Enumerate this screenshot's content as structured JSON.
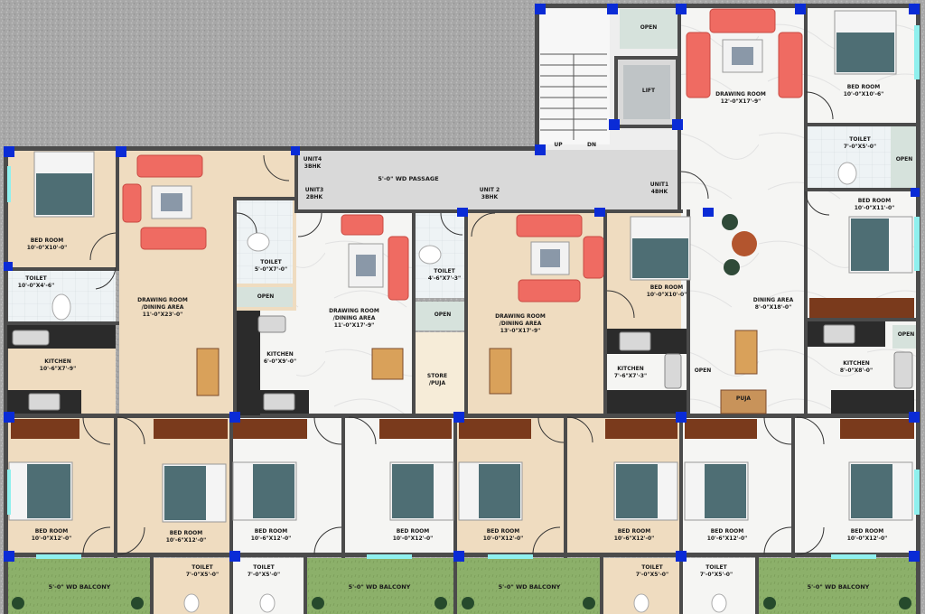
{
  "plan": {
    "units": [
      {
        "id": "unit4",
        "name": "UNIT4",
        "type": "3BHK"
      },
      {
        "id": "unit3",
        "name": "UNIT3",
        "type": "2BHK"
      },
      {
        "id": "unit2",
        "name": "UNIT 2",
        "type": "3BHK"
      },
      {
        "id": "unit1",
        "name": "UNIT1",
        "type": "4BHK"
      }
    ],
    "rooms": [
      {
        "id": "open-top",
        "label": "OPEN",
        "dims": ""
      },
      {
        "id": "lift",
        "label": "LIFT",
        "dims": ""
      },
      {
        "id": "up",
        "label": "UP",
        "dims": ""
      },
      {
        "id": "dn",
        "label": "DN",
        "dims": ""
      },
      {
        "id": "passage",
        "label": "5'-0\" WD PASSAGE",
        "dims": ""
      },
      {
        "id": "u4-bed-tl",
        "label": "BED ROOM",
        "dims": "10'-0\"X10'-0\""
      },
      {
        "id": "u4-toilet",
        "label": "TOILET",
        "dims": "10'-0\"X4'-6\""
      },
      {
        "id": "u4-kitchen",
        "label": "KITCHEN",
        "dims": "10'-6\"X7'-9\""
      },
      {
        "id": "u4-drawing",
        "label": "DRAWING ROOM /DINING AREA",
        "dims": "11'-0\"X23'-0\""
      },
      {
        "id": "u3-toilet",
        "label": "TOILET",
        "dims": "5'-0\"X7'-0\""
      },
      {
        "id": "u3-open",
        "label": "OPEN",
        "dims": ""
      },
      {
        "id": "u3-kitchen",
        "label": "KITCHEN",
        "dims": "6'-0\"X9'-0\""
      },
      {
        "id": "u3-drawing",
        "label": "DRAWING ROOM /DINING AREA",
        "dims": "11'-0\"X17'-9\""
      },
      {
        "id": "u2-toilet",
        "label": "TOILET",
        "dims": "4'-6\"X7'-3\""
      },
      {
        "id": "u2-open",
        "label": "OPEN",
        "dims": ""
      },
      {
        "id": "u2-store",
        "label": "STORE /PUJA",
        "dims": ""
      },
      {
        "id": "u2-drawing",
        "label": "DRAWING ROOM /DINING AREA",
        "dims": "13'-0\"X17'-9\""
      },
      {
        "id": "u2-bed-mid",
        "label": "BED ROOM",
        "dims": "10'-0\"X10'-0\""
      },
      {
        "id": "u2-kitchen",
        "label": "KITCHEN",
        "dims": "7'-6\"X7'-3\""
      },
      {
        "id": "open-mid",
        "label": "OPEN",
        "dims": ""
      },
      {
        "id": "u1-drawing",
        "label": "DRAWING ROOM",
        "dims": "12'-0\"X17'-9\""
      },
      {
        "id": "u1-bed-tr",
        "label": "BED ROOM",
        "dims": "10'-0\"X10'-6\""
      },
      {
        "id": "u1-toilet-tr",
        "label": "TOILET",
        "dims": "7'-0\"X5'-0\""
      },
      {
        "id": "open-right",
        "label": "OPEN",
        "dims": ""
      },
      {
        "id": "u1-bed-right",
        "label": "BED ROOM",
        "dims": "10'-0\"X11'-0\""
      },
      {
        "id": "u1-dining",
        "label": "DINING AREA",
        "dims": "8'-0\"X18'-0\""
      },
      {
        "id": "u1-kitchen",
        "label": "KITCHEN",
        "dims": "8'-0\"X8'-0\""
      },
      {
        "id": "open-right-2",
        "label": "OPEN",
        "dims": ""
      },
      {
        "id": "u1-puja",
        "label": "PUJA",
        "dims": ""
      },
      {
        "id": "bed-b1",
        "label": "BED ROOM",
        "dims": "10'-0\"X12'-0\""
      },
      {
        "id": "bed-b2",
        "label": "BED ROOM",
        "dims": "10'-6\"X12'-0\""
      },
      {
        "id": "bed-b3",
        "label": "BED ROOM",
        "dims": "10'-6\"X12'-0\""
      },
      {
        "id": "bed-b4",
        "label": "BED ROOM",
        "dims": "10'-0\"X12'-0\""
      },
      {
        "id": "bed-b5",
        "label": "BED ROOM",
        "dims": "10'-0\"X12'-0\""
      },
      {
        "id": "bed-b6",
        "label": "BED ROOM",
        "dims": "10'-6\"X12'-0\""
      },
      {
        "id": "bed-b7",
        "label": "BED ROOM",
        "dims": "10'-6\"X12'-0\""
      },
      {
        "id": "bed-b8",
        "label": "BED ROOM",
        "dims": "10'-0\"X12'-0\""
      },
      {
        "id": "toilet-b1",
        "label": "TOILET",
        "dims": "7'-0\"X5'-0\""
      },
      {
        "id": "toilet-b2",
        "label": "TOILET",
        "dims": "7'-0\"X5'-0\""
      },
      {
        "id": "toilet-b3",
        "label": "TOILET",
        "dims": "7'-0\"X5'-0\""
      },
      {
        "id": "toilet-b4",
        "label": "TOILET",
        "dims": "7'-0\"X5'-0\""
      },
      {
        "id": "balcony-1",
        "label": "5'-0\" WD BALCONY",
        "dims": ""
      },
      {
        "id": "balcony-2",
        "label": "5'-0\" WD BALCONY",
        "dims": ""
      },
      {
        "id": "balcony-3",
        "label": "5'-0\" WD BALCONY",
        "dims": ""
      },
      {
        "id": "balcony-4",
        "label": "5'-0\" WD BALCONY",
        "dims": ""
      }
    ],
    "colors": {
      "ground": "#a8a8a8",
      "wall": "#4b4b4b",
      "column": "#0a2bd6",
      "wood_floor": "#efdcc0",
      "marble_floor": "#f4f4f2",
      "tile_floor": "#eef3f5",
      "open_area": "#d6e2dc",
      "balcony_grass": "#8cb06a",
      "bed_blanket": "#4e6e74",
      "sofa": "#ef6b62",
      "counter": "#2b2b2b",
      "furniture_wood": "#7a4a2c",
      "glass": "#8ff0ee"
    }
  }
}
